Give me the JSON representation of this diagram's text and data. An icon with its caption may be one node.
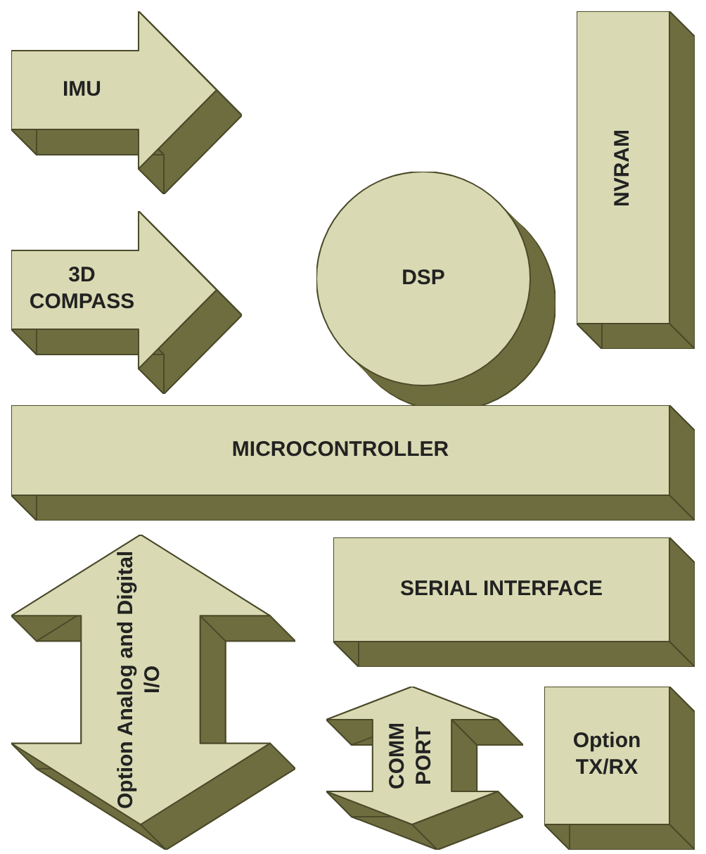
{
  "diagram": {
    "nodes": [
      {
        "text": [
          "IMU"
        ]
      },
      {
        "text": [
          "3D COMPASS"
        ]
      },
      {
        "text": [
          "DSP"
        ]
      },
      {
        "text": [
          "NVRAM"
        ]
      },
      {
        "text": [
          "MICROCONTROLLER"
        ]
      },
      {
        "text": [
          "SERIAL INTERFACE"
        ]
      },
      {
        "text": [
          "Option Analog and Digital I/O"
        ]
      },
      {
        "text": [
          "COMM PORT"
        ]
      },
      {
        "text": [
          "Option TX/RX"
        ]
      }
    ]
  }
}
